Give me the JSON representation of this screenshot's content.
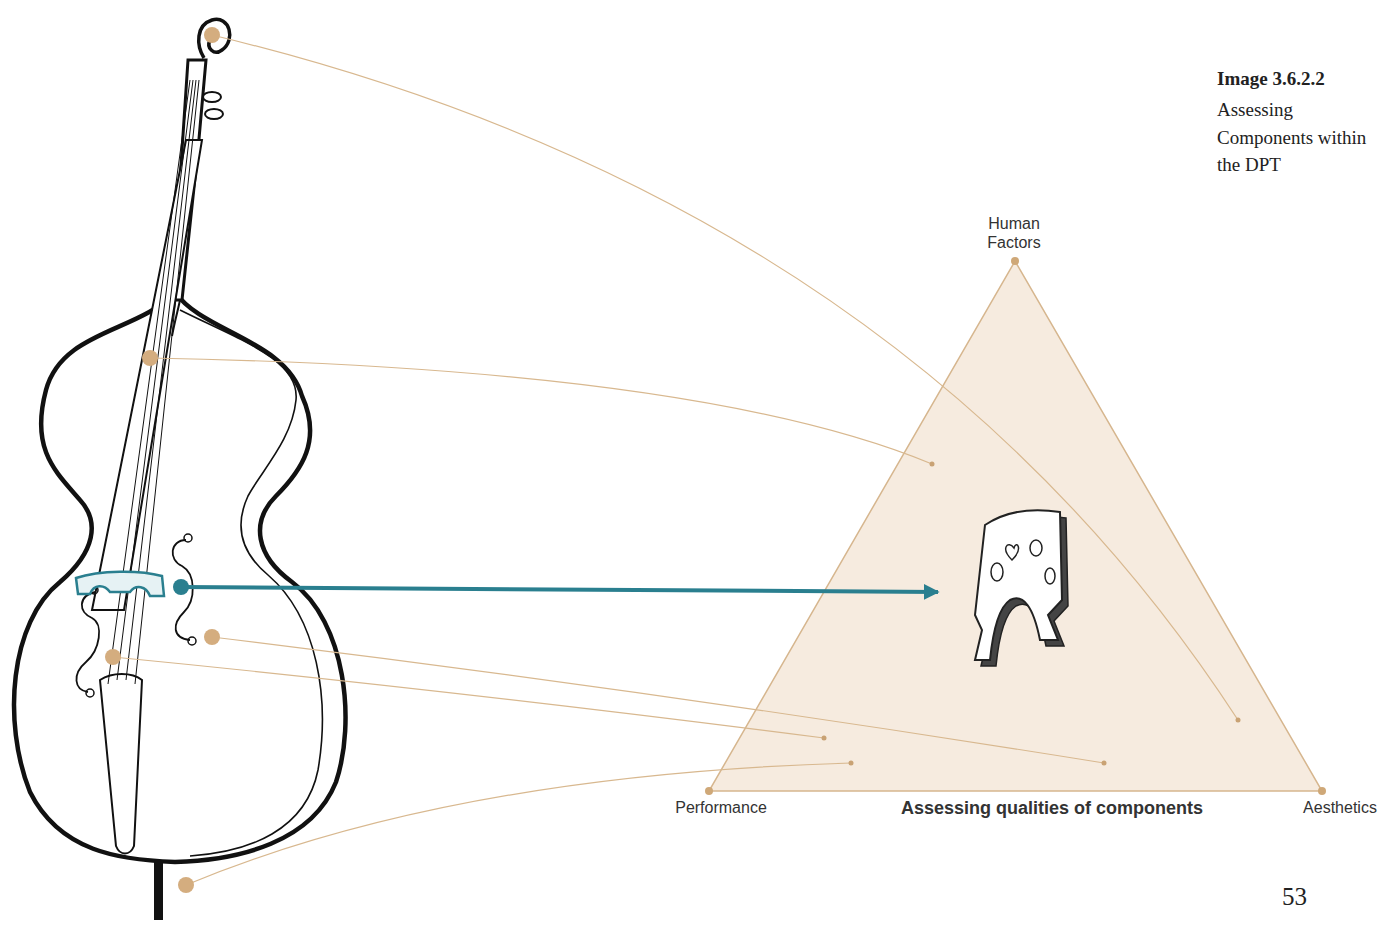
{
  "diagram": {
    "title": "Assessing qualities of components",
    "caption": "Assessing Components within the DPT",
    "labels": [
      "Image 3.6.2.2",
      "Human Factors",
      "Performance",
      "Aesthetics",
      "53"
    ]
  }
}
